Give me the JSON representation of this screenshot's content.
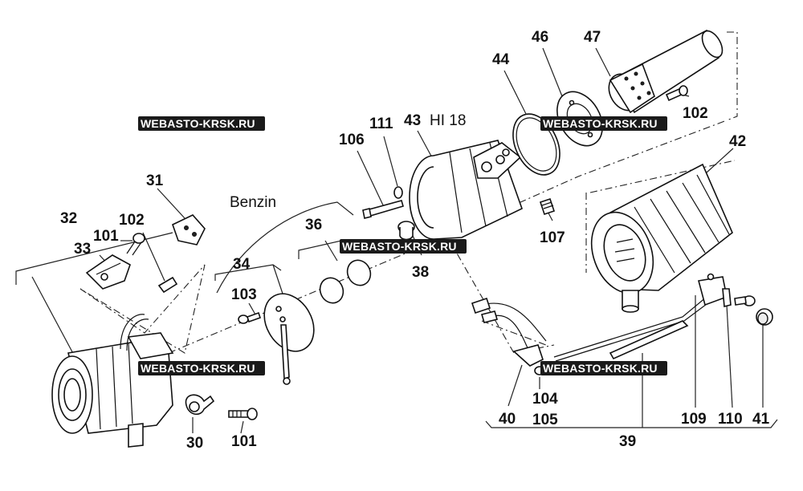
{
  "diagram": {
    "watermark": "WEBASTO-KRSK.RU",
    "fuel_label": "Benzin",
    "model_label": "HI 18",
    "part_labels": {
      "p30": "30",
      "p31": "31",
      "p32": "32",
      "p33": "33",
      "p34": "34",
      "p36": "36",
      "p38": "38",
      "p39": "39",
      "p40": "40",
      "p41": "41",
      "p42": "42",
      "p43": "43",
      "p44": "44",
      "p46": "46",
      "p47": "47",
      "p101a": "101",
      "p101b": "101",
      "p102a": "102",
      "p102b": "102",
      "p103": "103",
      "p104": "104",
      "p105": "105",
      "p106": "106",
      "p107": "107",
      "p109": "109",
      "p110": "110",
      "p111": "111"
    }
  }
}
